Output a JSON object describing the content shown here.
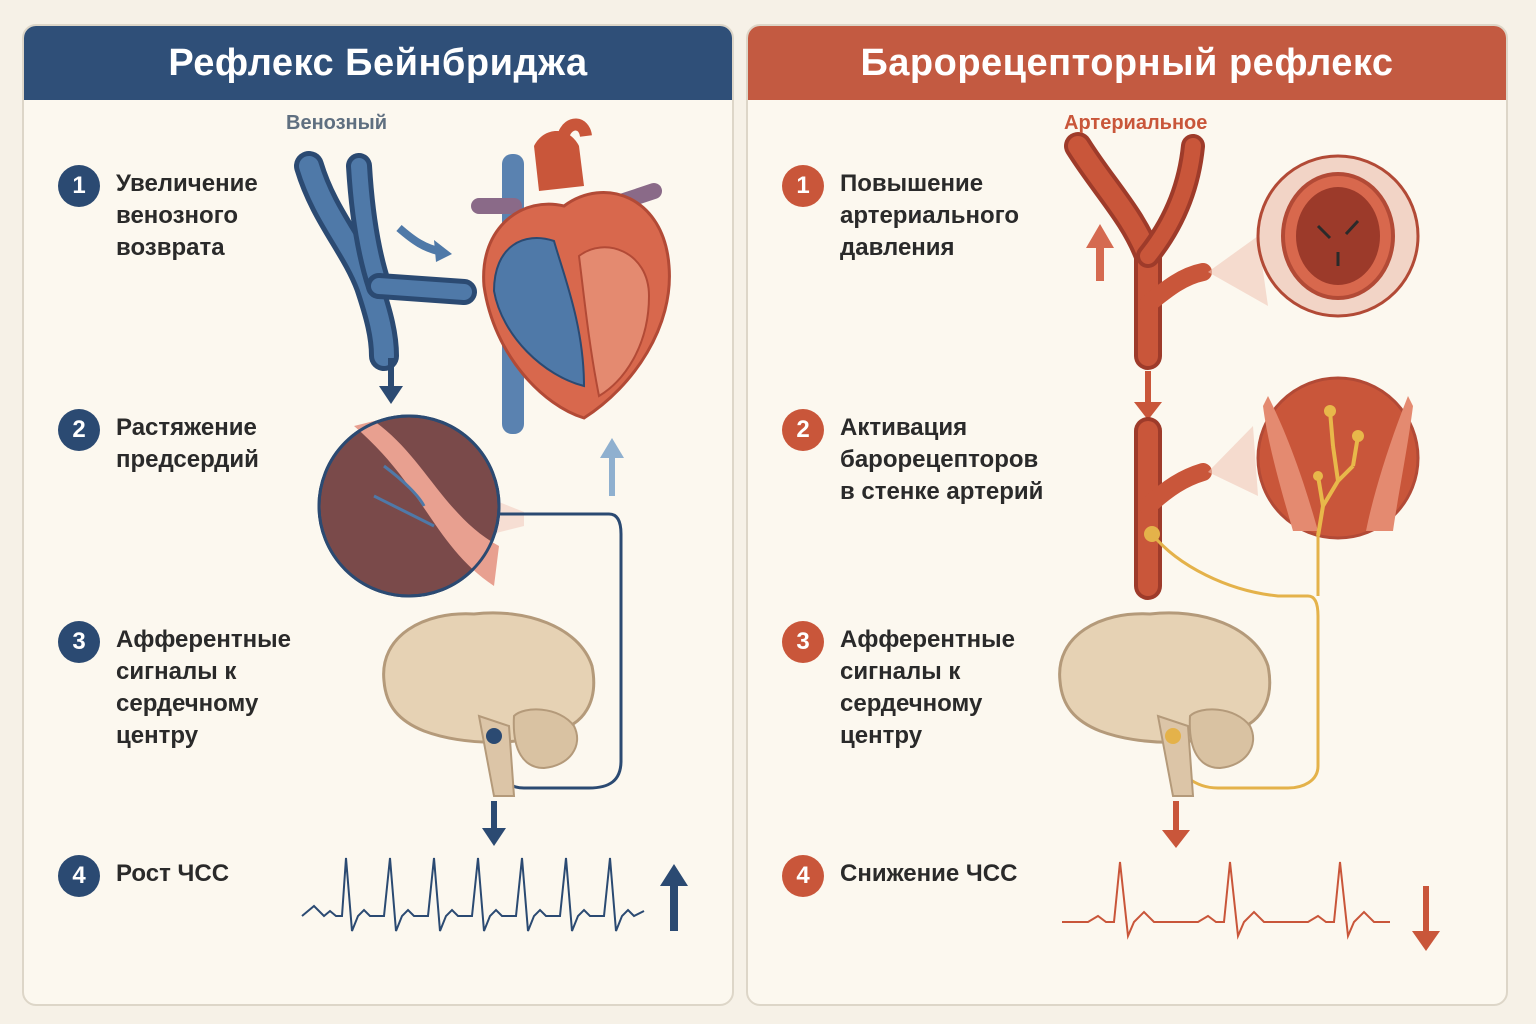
{
  "left": {
    "title": "Рефлекс Бейнбриджа",
    "vessel_label": "Венозный",
    "accent": "#2f4f78",
    "steps": [
      {
        "num": "1",
        "text": "Увеличение\nвенозного\nвозврата"
      },
      {
        "num": "2",
        "text": "Растяжение\nпредсердий"
      },
      {
        "num": "3",
        "text": "Афферентные\nсигналы к\nсердечному\nцентру"
      },
      {
        "num": "4",
        "text": "Рост ЧСС"
      }
    ],
    "icons": [
      "vein-icon",
      "heart-icon",
      "atrial-stretch-receptor-icon",
      "brain-icon",
      "ecg-fast-icon",
      "arrow-up-icon"
    ]
  },
  "right": {
    "title": "Барорецепторный рефлекс",
    "vessel_label": "Артериальное",
    "accent": "#c35a41",
    "steps": [
      {
        "num": "1",
        "text": "Повышение\nартериального\nдавления"
      },
      {
        "num": "2",
        "text": "Активация\nбарорецепторов\nв стенке артерий"
      },
      {
        "num": "3",
        "text": "Афферентные\nсигналы к\nсердечному\nцентру"
      },
      {
        "num": "4",
        "text": "Снижение ЧСС"
      }
    ],
    "icons": [
      "artery-icon",
      "artery-cross-section-icon",
      "baroreceptor-icon",
      "brain-icon",
      "ecg-slow-icon",
      "arrow-down-icon"
    ]
  }
}
